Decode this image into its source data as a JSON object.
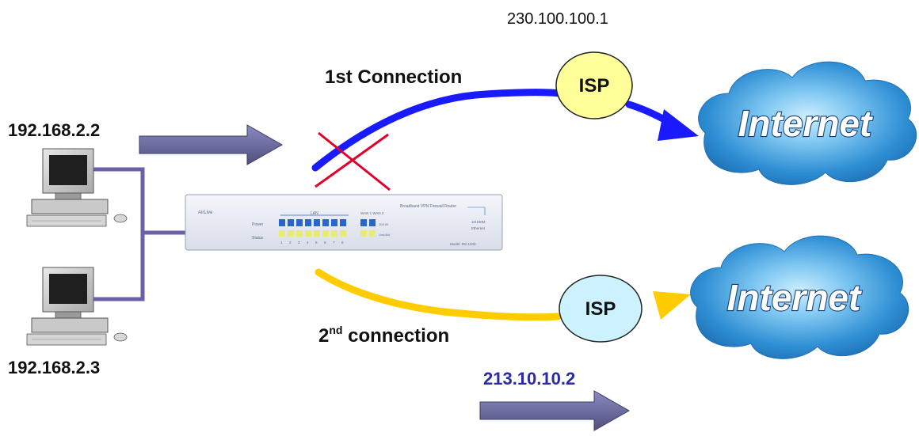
{
  "labels": {
    "wan1_ip": "230.100.100.1",
    "wan2_ip": "213.10.10.2",
    "pc1_ip": "192.168.2.2",
    "pc2_ip": "192.168.2.3",
    "conn1": "1st Connection",
    "conn2_prefix": "2",
    "conn2_sup": "nd",
    "conn2_suffix": " connection",
    "isp1": "ISP",
    "isp2": "ISP",
    "internet1": "Internet",
    "internet2": "Internet"
  },
  "router": {
    "brand": "AirLive",
    "model_title": "Broadband VPN Firewall Router",
    "lan_label": "LAN",
    "wan_label": "WAN 1 WAN 2",
    "power_label": "Power",
    "status_label": "Status",
    "port_numbers": [
      "1",
      "2",
      "3",
      "4",
      "5",
      "6",
      "7",
      "8"
    ],
    "side_label_1": "10/100M",
    "side_label_2": "Ethernet",
    "act_label": "10/100",
    "link_label": "Link/Act",
    "footer_label": "Model: RS-1200"
  },
  "colors": {
    "conn1_line": "#1a1aff",
    "conn2_line": "#ffcc00",
    "arrow": "#6a6a9e",
    "isp1_fill": "#ffff99",
    "isp2_fill": "#ccf2ff",
    "cloud": "#2b8fd6",
    "cut_mark": "#e0002a",
    "wire": "#6b5fa8"
  }
}
